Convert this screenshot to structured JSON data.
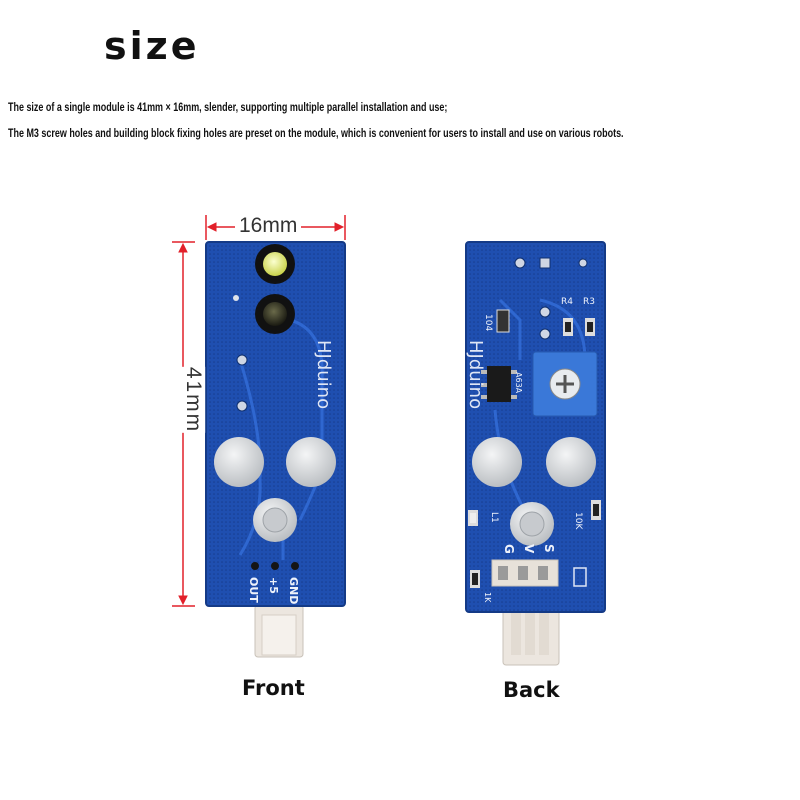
{
  "heading": "size",
  "description": {
    "line1": "The size of a single module is 41mm × 16mm, slender, supporting multiple parallel installation and use;",
    "line2": "The M3 screw holes and building block fixing holes are preset on the module, which is convenient for users to install and use on various robots."
  },
  "dimensions": {
    "width_label": "16mm",
    "height_label": "41mm"
  },
  "front": {
    "caption": "Front",
    "brand": "HJduino",
    "pins": [
      "OUT",
      "+5",
      "GND"
    ]
  },
  "back": {
    "caption": "Back",
    "brand": "HJduino",
    "labels": {
      "r4": "R4",
      "r3": "R3",
      "c104": "104",
      "chip": "A63A",
      "l1": "L1",
      "r10k": "10K",
      "r1k": "1K"
    },
    "pins": [
      "G",
      "V",
      "S"
    ]
  },
  "colors": {
    "pcb": "#1f4fb0",
    "red_dim": "#e2202a",
    "pad": "#d8dadc",
    "connector": "#ece6df"
  }
}
